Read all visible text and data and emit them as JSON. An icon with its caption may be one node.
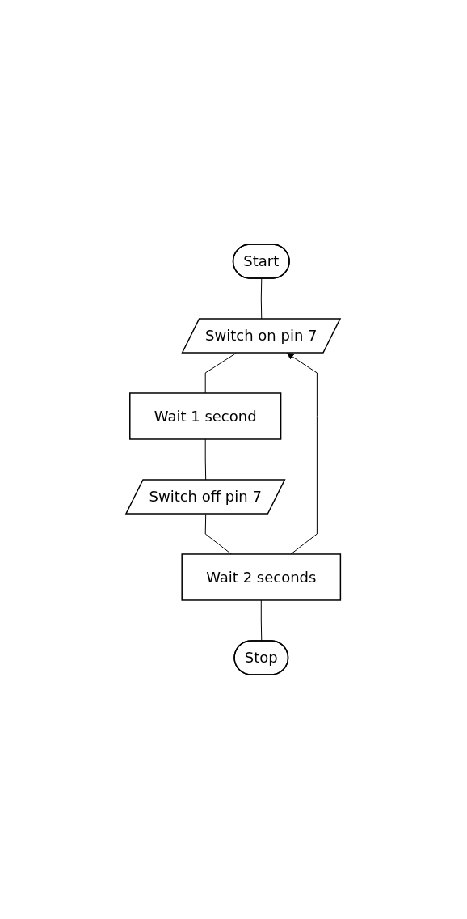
{
  "diagram": {
    "nodes": [
      {
        "text": [
          "Start"
        ]
      },
      {
        "text": [
          "Switch on pin 7"
        ]
      },
      {
        "text": [
          "Wait 1 second"
        ]
      },
      {
        "text": [
          "Switch off pin 7"
        ]
      },
      {
        "text": [
          "Wait 2 seconds"
        ]
      },
      {
        "text": [
          "Stop"
        ]
      }
    ],
    "edges": [
      {
        "from": 0,
        "to": 1,
        "arrow": "none"
      },
      {
        "from": 1,
        "to": 2,
        "arrow": "none"
      },
      {
        "from": 2,
        "to": 3,
        "arrow": "none"
      },
      {
        "from": 3,
        "to": 4,
        "arrow": "none"
      },
      {
        "from": 4,
        "to": 5,
        "arrow": "none"
      },
      {
        "from": 4,
        "to": 1,
        "arrow": "to"
      }
    ]
  }
}
